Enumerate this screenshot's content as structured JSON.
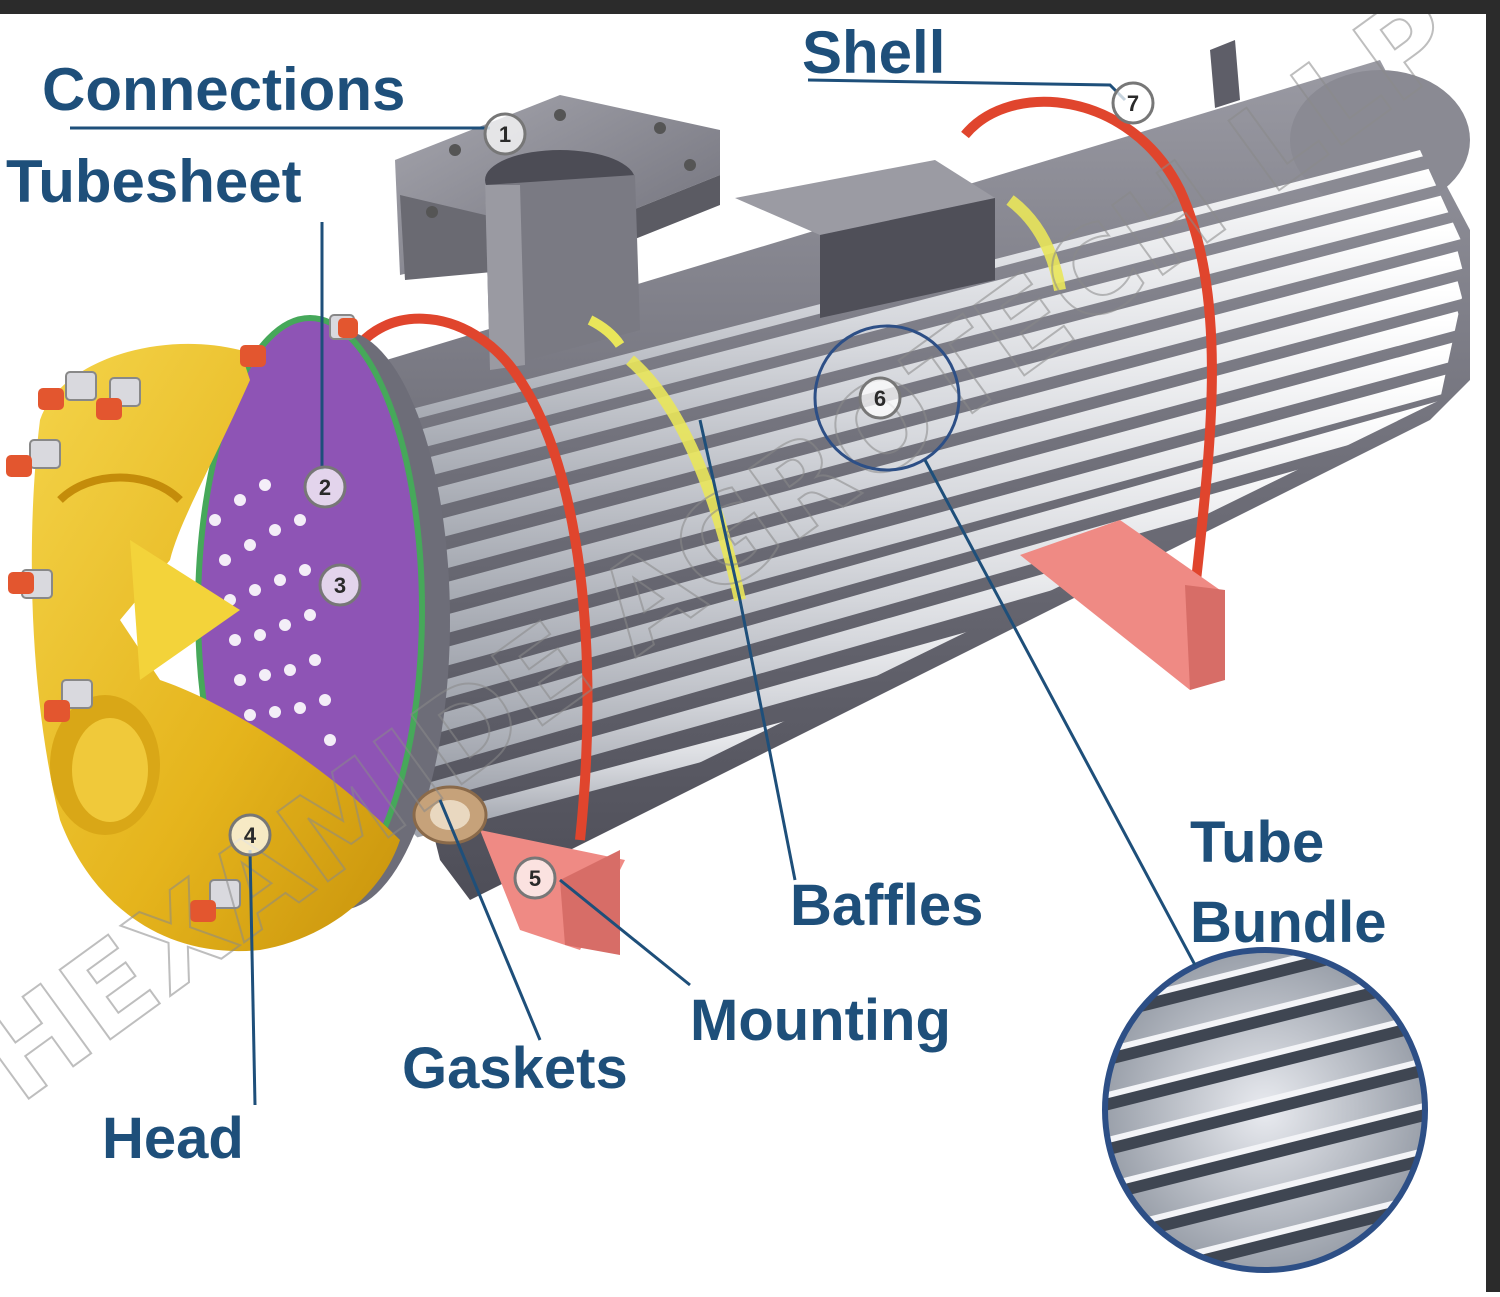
{
  "labels": {
    "connections": "Connections",
    "tubesheet": "Tubesheet",
    "shell": "Shell",
    "baffles": "Baffles",
    "tube": "Tube",
    "bundle": "Bundle",
    "mounting": "Mounting",
    "gaskets": "Gaskets",
    "head": "Head"
  },
  "callouts": [
    "1",
    "2",
    "3",
    "4",
    "5",
    "6",
    "7"
  ],
  "watermark": "HEXAMIDE AGROTECH LLP",
  "colors": {
    "label": "#1e4f7a",
    "head": "#e6b81f",
    "tubesheet": "#8e54b5",
    "shell": "#7d7d86",
    "baffle": "#e9e65a",
    "tie_rod": "#e0452d",
    "mounting": "#ef8a84"
  }
}
